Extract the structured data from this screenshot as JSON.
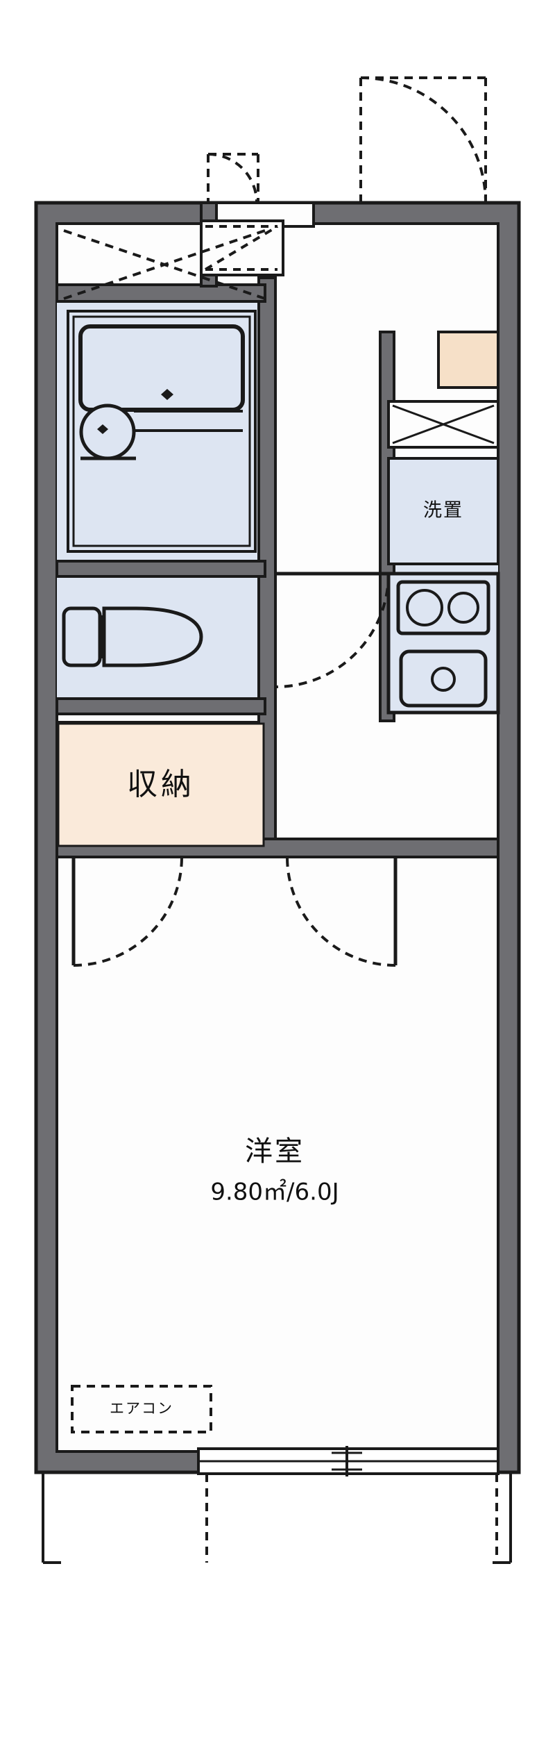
{
  "plan": {
    "type": "japanese-apartment-floorplan",
    "layout_code": "1K",
    "colors": {
      "wall_fill": "#6e6e72",
      "wall_outline": "#1a1a1a",
      "room_white": "#fdfdfd",
      "water_area_fill": "#dde5f2",
      "storage_fill": "#faeada",
      "storage_accent": "#f6e0c8",
      "line_dark": "#141414",
      "text": "#111111",
      "background": "#ffffff"
    },
    "rooms": [
      {
        "id": "youshitsu",
        "name_label": "洋室",
        "area_label": "9.80㎡/6.0J",
        "area_value": 9.8,
        "jo_value": 6.0,
        "kind": "western-room"
      },
      {
        "id": "shuunou",
        "name_label": "収納",
        "kind": "closet"
      },
      {
        "id": "sentaku",
        "name_label": "洗置",
        "kind": "washer-space"
      },
      {
        "id": "unit-bath",
        "name_label": "",
        "kind": "unit-bath"
      },
      {
        "id": "toilet",
        "name_label": "",
        "kind": "toilet"
      },
      {
        "id": "kitchen",
        "name_label": "",
        "kind": "kitchen"
      },
      {
        "id": "genkan",
        "name_label": "",
        "kind": "entrance"
      }
    ],
    "fixtures": [
      {
        "id": "bathtub",
        "label": ""
      },
      {
        "id": "vanity-sink",
        "label": ""
      },
      {
        "id": "toilet-bowl",
        "label": ""
      },
      {
        "id": "gas-stove-2-burner",
        "label": ""
      },
      {
        "id": "kitchen-sink",
        "label": ""
      },
      {
        "id": "shoe-box",
        "label": ""
      },
      {
        "id": "refrigerator-space",
        "label": ""
      }
    ],
    "annotations": [
      {
        "id": "aircon",
        "text": "エアコン",
        "style": "dashed-box"
      }
    ],
    "openings": [
      {
        "id": "entrance-door",
        "type": "swing-door"
      },
      {
        "id": "bath-door",
        "type": "swing-door"
      },
      {
        "id": "toilet-door",
        "type": "swing-door"
      },
      {
        "id": "closet-door-left",
        "type": "swing-door"
      },
      {
        "id": "room-door",
        "type": "swing-door"
      },
      {
        "id": "balcony-window",
        "type": "sliding-window"
      },
      {
        "id": "upper-window",
        "type": "window"
      }
    ]
  },
  "labels": {
    "youshitsu_name": "洋室",
    "youshitsu_area": "9.80㎡/6.0J",
    "shuunou": "収納",
    "sentaku": "洗置",
    "aircon": "エアコン"
  }
}
